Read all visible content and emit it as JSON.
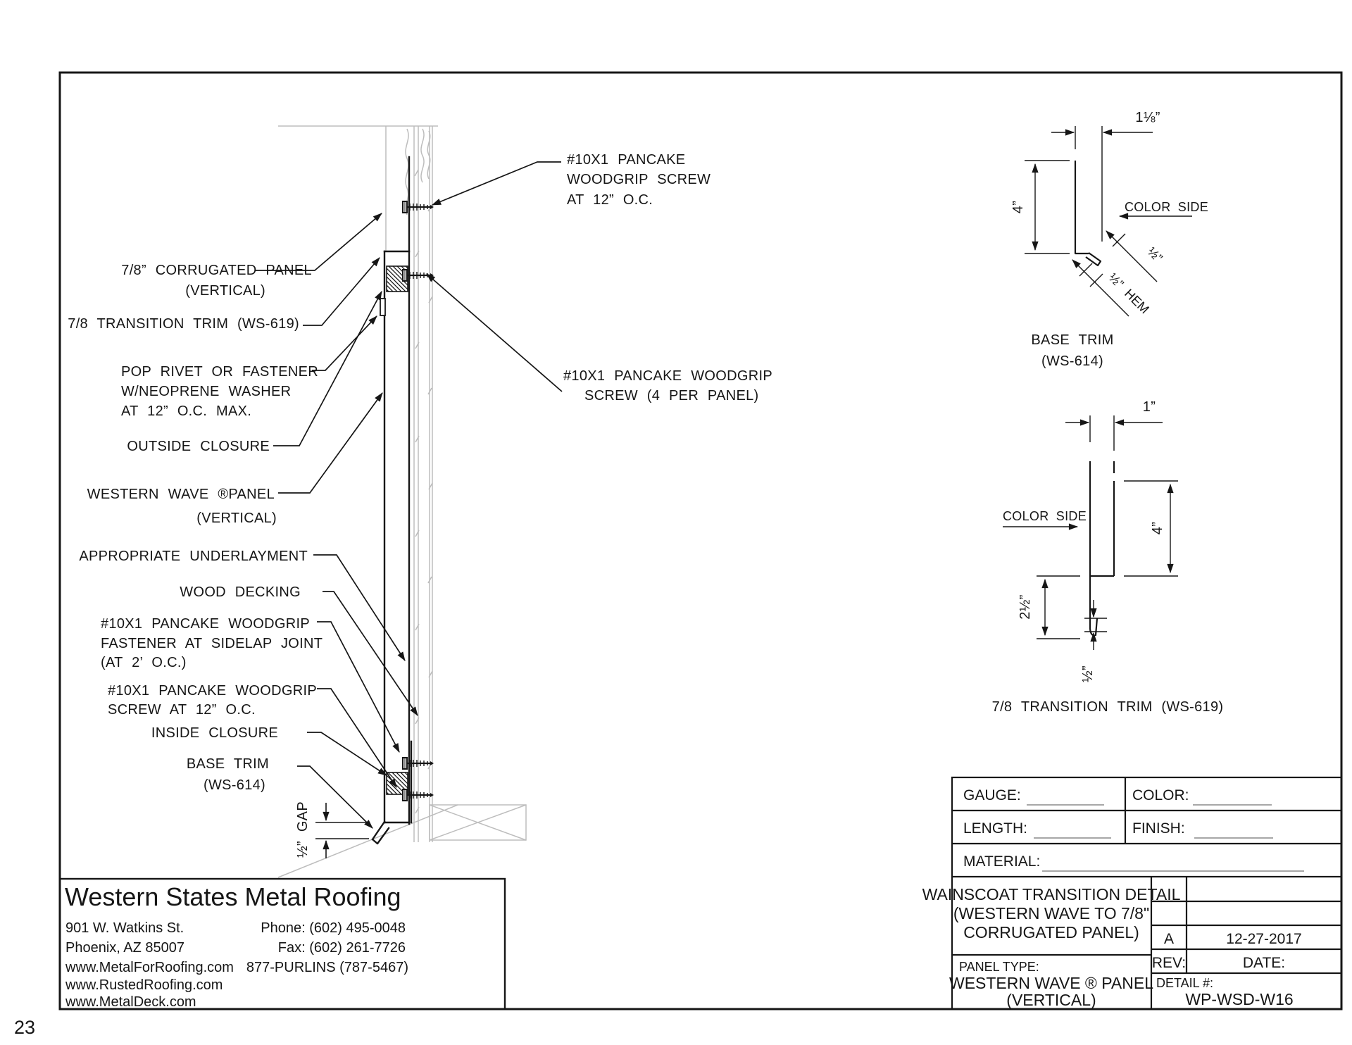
{
  "page": {
    "number": "23"
  },
  "labels": {
    "corrugated_panel_1": "7/8” CORRUGATED PANEL",
    "corrugated_panel_2": "(VERTICAL)",
    "transition_trim": "7/8 TRANSITION TRIM (WS-619)",
    "pop_rivet_1": "POP RIVET OR FASTENER",
    "pop_rivet_2": "W/NEOPRENE WASHER",
    "pop_rivet_3": "AT 12” O.C. MAX.",
    "outside_closure": "OUTSIDE CLOSURE",
    "western_wave_1": "WESTERN WAVE ®PANEL",
    "western_wave_2": "(VERTICAL)",
    "underlayment": "APPROPRIATE UNDERLAYMENT",
    "wood_decking": "WOOD DECKING",
    "sidelap_1": "#10X1 PANCAKE WOODGRIP",
    "sidelap_2": "FASTENER AT SIDELAP JOINT",
    "sidelap_3": "(AT 2’ O.C.)",
    "screw12_1": "#10X1 PANCAKE WOODGRIP",
    "screw12_2": "SCREW AT 12” O.C.",
    "inside_closure": "INSIDE CLOSURE",
    "base_trim_1": "BASE TRIM",
    "base_trim_2": "(WS-614)",
    "top_screw_1": "#10X1 PANCAKE",
    "top_screw_2": "WOODGRIP SCREW",
    "top_screw_3": "AT 12” O.C.",
    "panel_screw_1": "#10X1 PANCAKE WOODGRIP",
    "panel_screw_2": "SCREW (4 PER PANEL)",
    "gap": "½” GAP"
  },
  "profiles": {
    "base_trim": {
      "dim_width": "1⅛”",
      "dim_height": "4”",
      "color_side": "COLOR SIDE",
      "dim_kick": "½”",
      "dim_hem": "½” HEM",
      "caption_1": "BASE TRIM",
      "caption_2": "(WS-614)"
    },
    "transition_trim": {
      "dim_width": "1”",
      "dim_height": "4”",
      "dim_lower": "2½”",
      "dim_hem": "½”",
      "color_side": "COLOR SIDE",
      "caption": "7/8 TRANSITION TRIM (WS-619)"
    }
  },
  "title_block": {
    "gauge_label": "GAUGE:",
    "color_label": "COLOR:",
    "length_label": "LENGTH:",
    "finish_label": "FINISH:",
    "material_label": "MATERIAL:",
    "title_1": "WAINSCOAT TRANSITION DETAIL",
    "title_2": "(WESTERN WAVE TO 7/8\"",
    "title_3": "CORRUGATED PANEL)",
    "rev_value": "A",
    "date_value": "12-27-2017",
    "rev_label": "REV:",
    "date_label": "DATE:",
    "detail_label": "DETAIL #:",
    "detail_value": "WP-WSD-W16",
    "panel_type_label": "PANEL TYPE:",
    "panel_type_1": "WESTERN WAVE ® PANEL",
    "panel_type_2": "(VERTICAL)"
  },
  "company": {
    "name": "Western States Metal Roofing",
    "address_1": "901 W. Watkins St.",
    "address_2": "Phoenix, AZ 85007",
    "web_1": "www.MetalForRoofing.com",
    "web_2": "www.RustedRoofing.com",
    "web_3": "www.MetalDeck.com",
    "phone": "Phone: (602) 495-0048",
    "fax": "Fax: (602) 261-7726",
    "tollfree": "877-PURLINS (787-5467)"
  }
}
